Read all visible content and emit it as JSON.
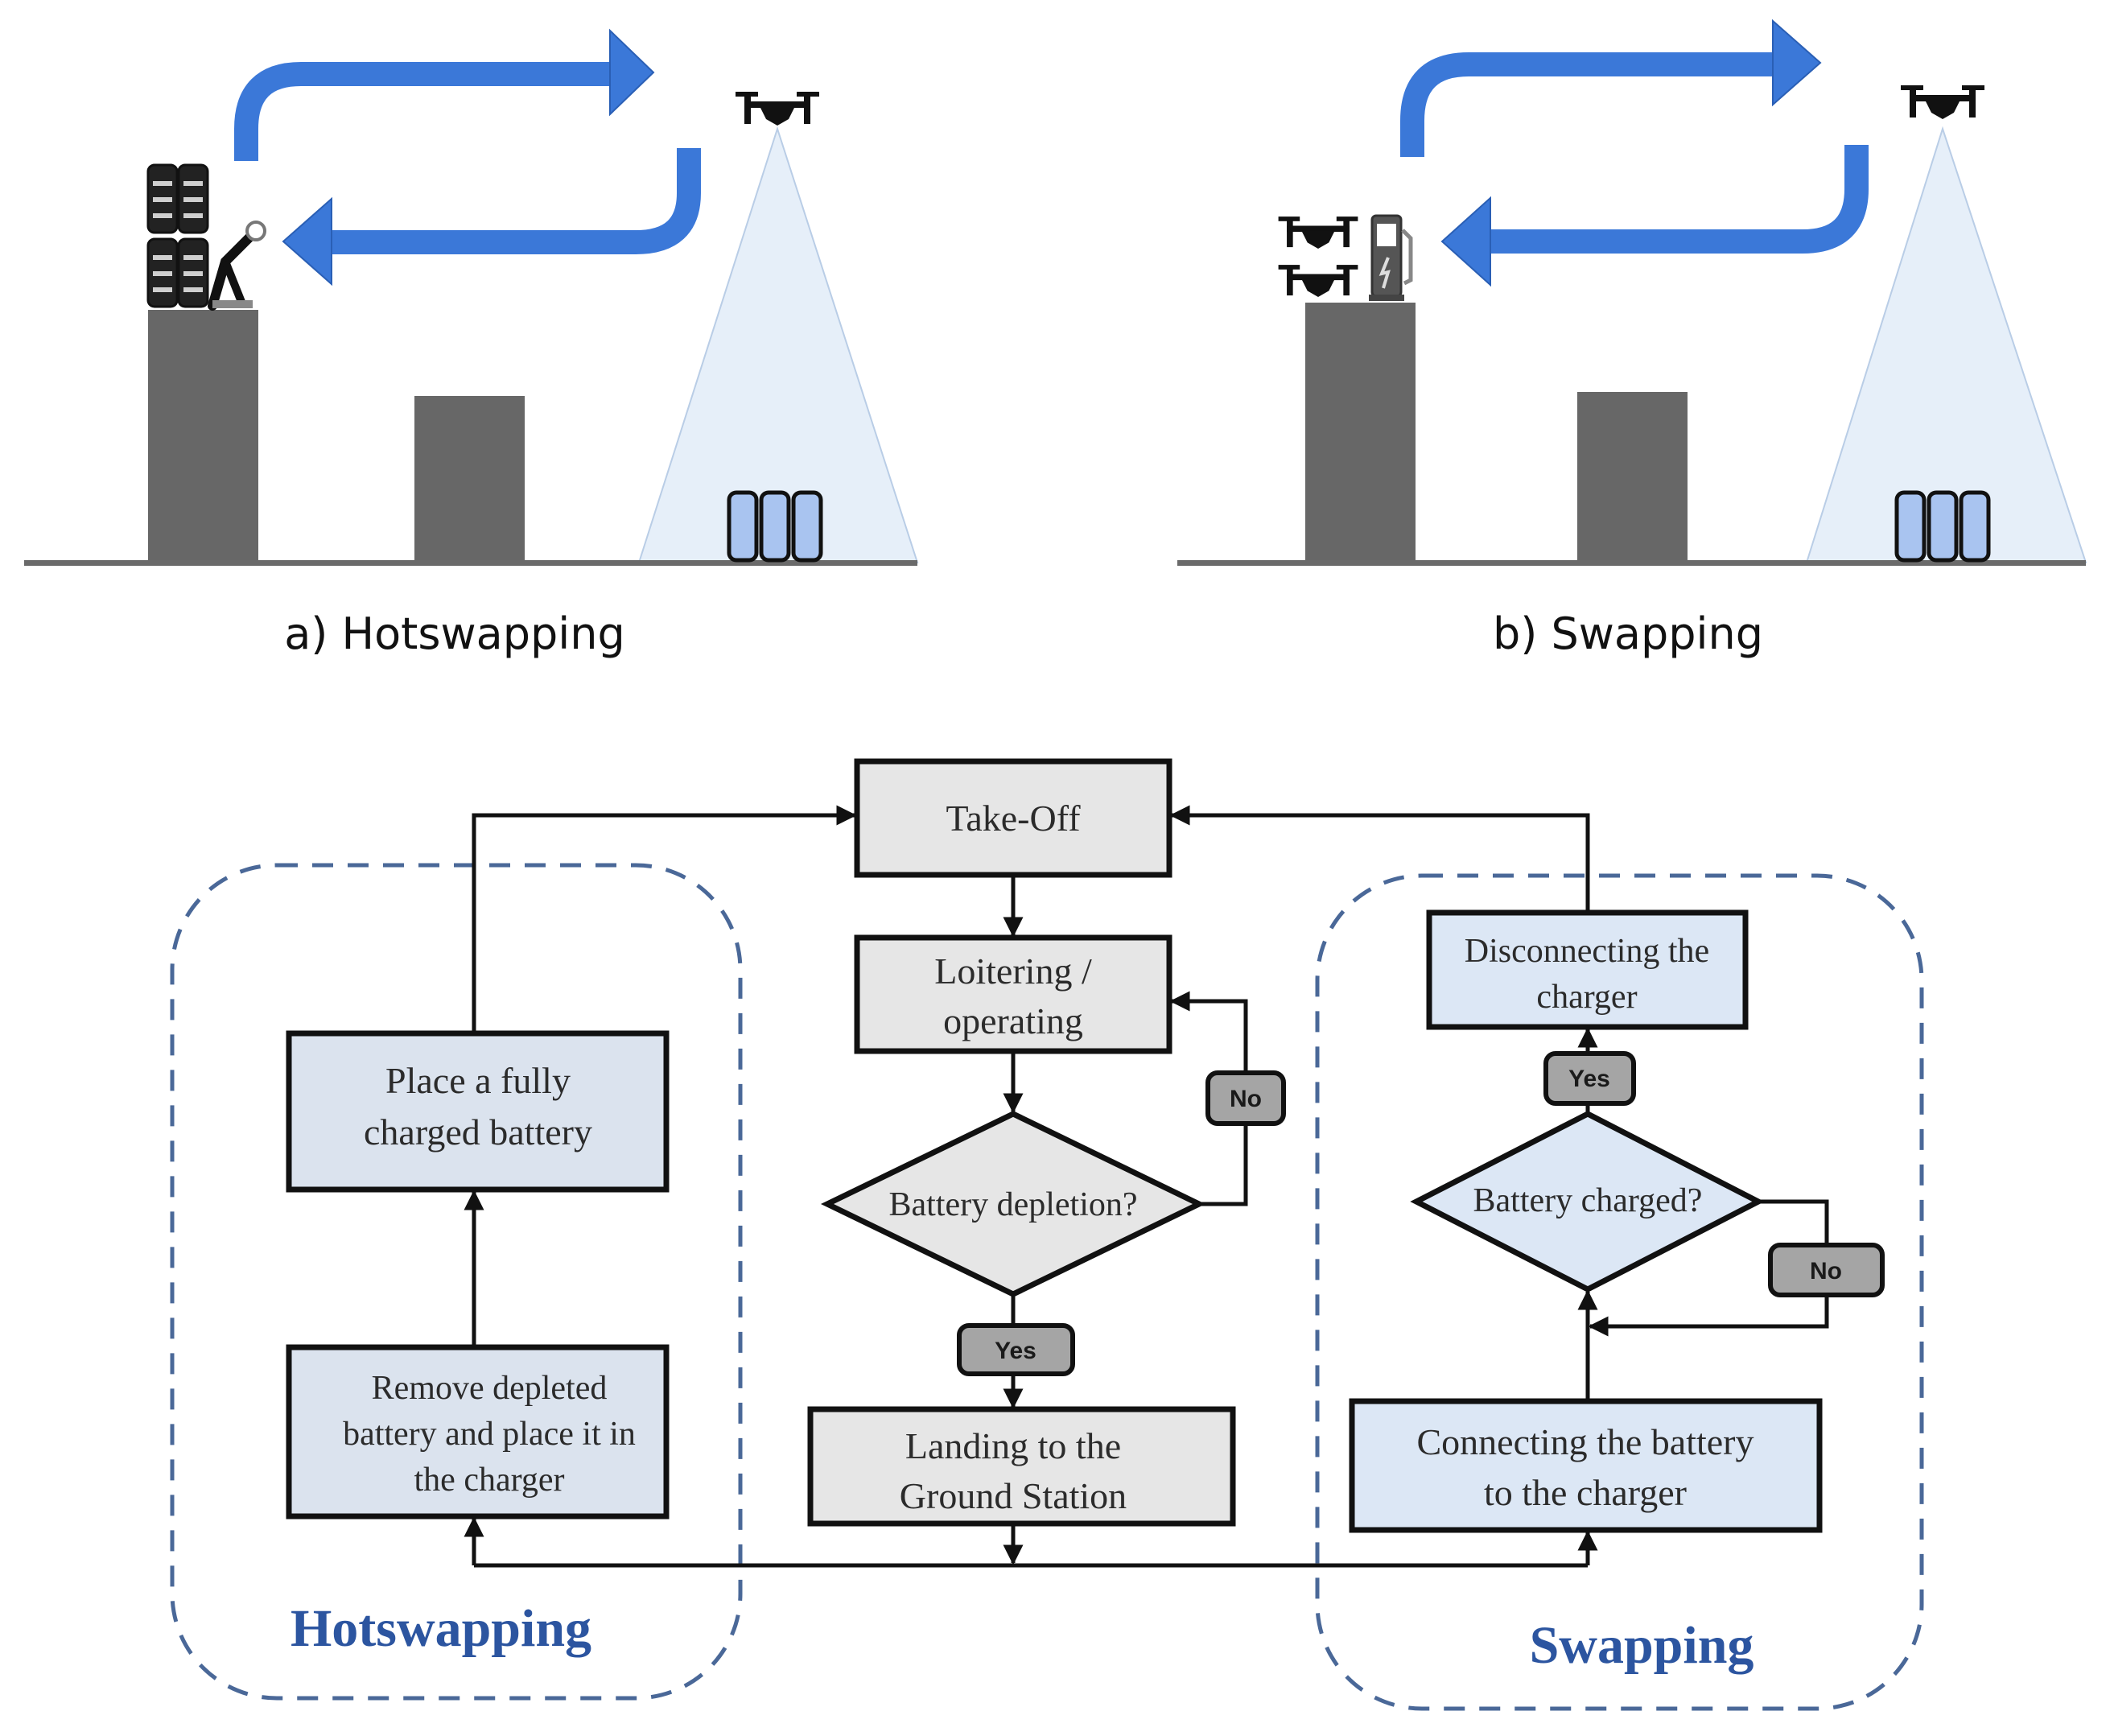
{
  "colors": {
    "arrow_blue": "#3b78d8",
    "arrow_blue_edge": "#2a5fb5",
    "building_gray": "#676767",
    "ground_gray": "#6a6a6a",
    "cone_fill": "#e6eff9",
    "cone_edge": "#b9cde6",
    "battery_fill": "#a9c4f0",
    "battery_edge": "#111111",
    "center_box_fill": "#e6e6e6",
    "side_box_fill": "#dbe3ee",
    "swap_box_fill": "#dce7f5",
    "tag_fill": "#a5a5a5",
    "region_dash": "#4a6898",
    "region_label": "#2c55a0",
    "line": "#111111"
  },
  "illustrations": {
    "panel_a": {
      "caption": "a) Hotswapping",
      "station_icon": "battery-stack-robot-arm-icon",
      "drone_icon": "drone-icon",
      "target_icon": "battery-cells-icon"
    },
    "panel_b": {
      "caption": "b) Swapping",
      "station_icon": "drones-charging-station-icon",
      "drone_icon": "drone-icon",
      "target_icon": "battery-cells-icon"
    }
  },
  "flowchart": {
    "takeoff": "Take-Off",
    "loitering": [
      "Loitering /",
      "operating"
    ],
    "depletion_decision": "Battery depletion?",
    "depletion_no": "No",
    "depletion_yes": "Yes",
    "landing": [
      "Landing to the",
      "Ground Station"
    ],
    "hotswap": {
      "label": "Hotswapping",
      "place": [
        "Place a fully",
        "charged battery"
      ],
      "remove": [
        "Remove depleted",
        "battery and place it in",
        "the charger"
      ]
    },
    "swap": {
      "label": "Swapping",
      "disconnect": [
        "Disconnecting the",
        "charger"
      ],
      "charged_decision": "Battery charged?",
      "charged_yes": "Yes",
      "charged_no": "No",
      "connect": [
        "Connecting the battery",
        "to the charger"
      ]
    }
  }
}
